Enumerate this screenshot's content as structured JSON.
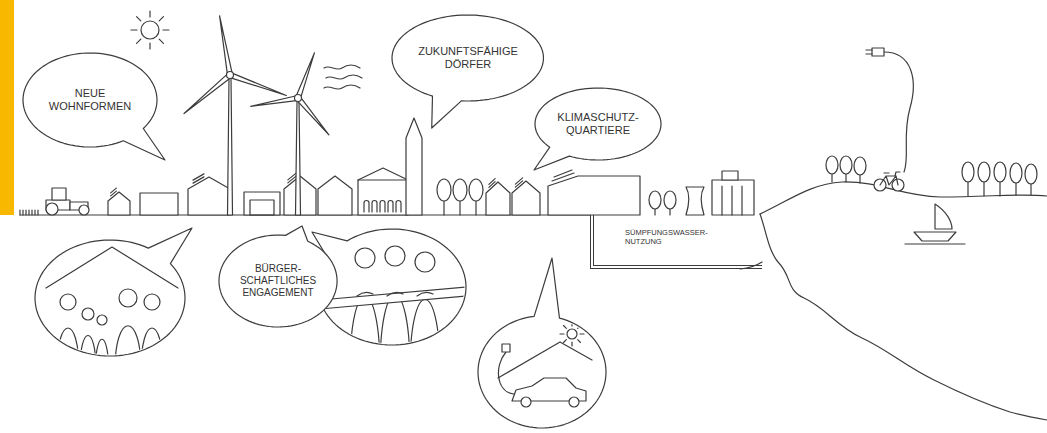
{
  "diagram": {
    "nodes": [
      {
        "text": [
          "NEUE WOHNFORMEN"
        ]
      },
      {
        "text": [
          "ZUKUNFTSFÄHIGE DÖRFER"
        ]
      },
      {
        "text": [
          "KLIMASCHUTZ- QUARTIERE"
        ]
      },
      {
        "text": [
          "BÜRGER- SCHAFTLICHES ENGAGEMENT"
        ]
      },
      {
        "text": [
          "SÜMPFUNGSWASSER- NUTZUNG"
        ]
      }
    ]
  }
}
